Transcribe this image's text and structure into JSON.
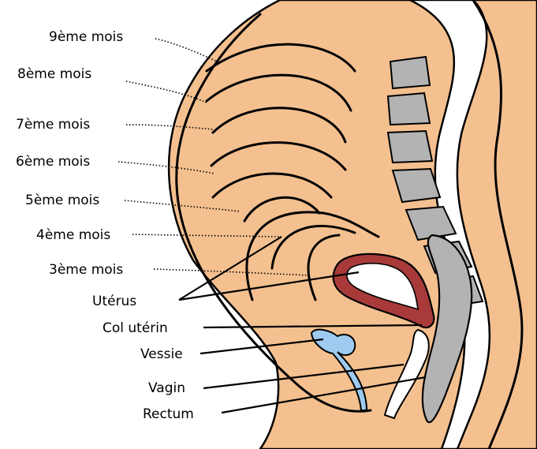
{
  "diagram": {
    "colors": {
      "skin": "#f4c08f",
      "spine_grey": "#b3b3b3",
      "uterus": "#a83a3a",
      "bladder": "#9ecbef",
      "outline": "#000000",
      "background": "#ffffff"
    },
    "month_labels": [
      {
        "id": "m9",
        "text": "9ème mois"
      },
      {
        "id": "m8",
        "text": "8ème mois"
      },
      {
        "id": "m7",
        "text": "7ème mois"
      },
      {
        "id": "m6",
        "text": "6ème mois"
      },
      {
        "id": "m5",
        "text": "5ème mois"
      },
      {
        "id": "m4",
        "text": "4ème mois"
      },
      {
        "id": "m3",
        "text": "3ème mois"
      }
    ],
    "organ_labels": [
      {
        "id": "uterus",
        "text": "Utérus"
      },
      {
        "id": "cervix",
        "text": "Col utérin"
      },
      {
        "id": "bladder",
        "text": "Vessie"
      },
      {
        "id": "vagina",
        "text": "Vagin"
      },
      {
        "id": "rectum",
        "text": "Rectum"
      }
    ]
  }
}
